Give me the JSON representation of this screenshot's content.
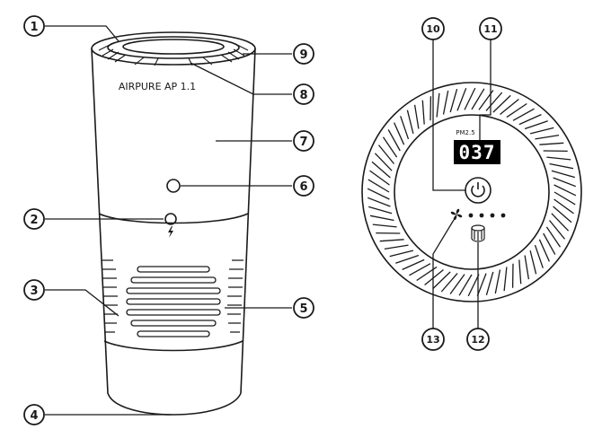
{
  "product": {
    "model_label": "AIRPURE AP 1.1"
  },
  "control_panel": {
    "sensor_label": "PM2.5",
    "display_value": "037",
    "fan_speed_dots": 4
  },
  "callouts": [
    {
      "number": "1"
    },
    {
      "number": "2"
    },
    {
      "number": "3"
    },
    {
      "number": "4"
    },
    {
      "number": "5"
    },
    {
      "number": "6"
    },
    {
      "number": "7"
    },
    {
      "number": "8"
    },
    {
      "number": "9"
    },
    {
      "number": "10"
    },
    {
      "number": "11"
    },
    {
      "number": "12"
    },
    {
      "number": "13"
    }
  ],
  "colors": {
    "line": "#1a1a1a",
    "display_bg": "#000000",
    "display_text": "#ffffff"
  }
}
